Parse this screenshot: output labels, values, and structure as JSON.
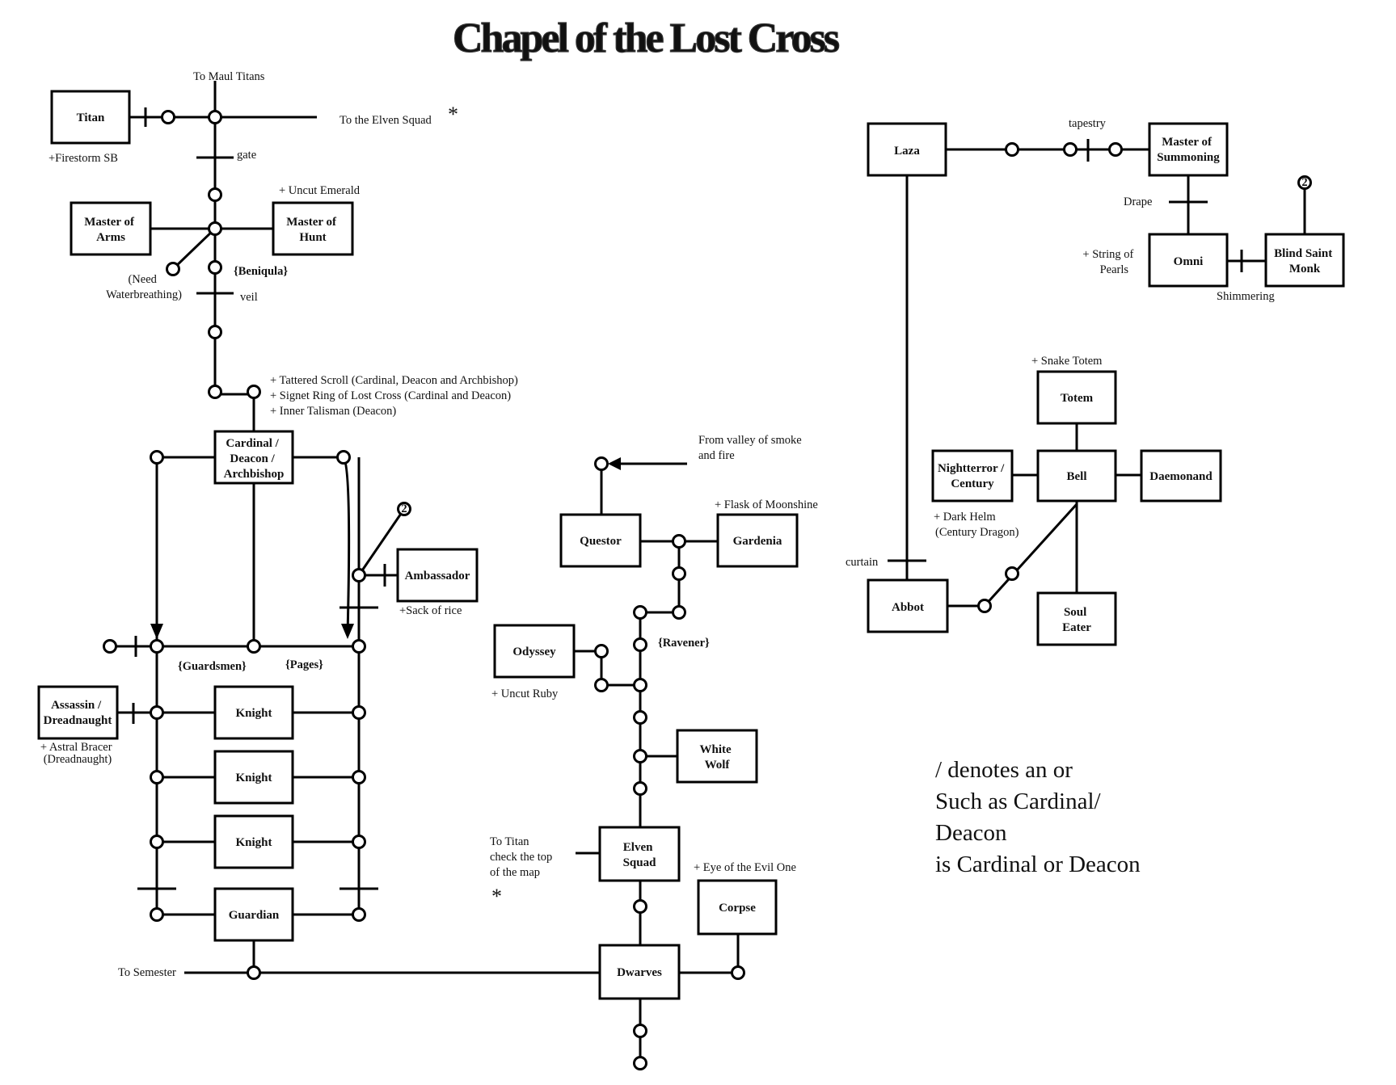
{
  "title": "Chapel of the Lost Cross",
  "rooms": {
    "titan": [
      "Titan"
    ],
    "master_of_arms": [
      "Master of",
      "Arms"
    ],
    "master_of_hunt": [
      "Master of",
      "Hunt"
    ],
    "cardinal": [
      "Cardinal /",
      "Deacon /",
      "Archbishop"
    ],
    "ambassador": [
      "Ambassador"
    ],
    "assassin": [
      "Assassin /",
      "Dreadnaught"
    ],
    "knight_1": [
      "Knight"
    ],
    "knight_2": [
      "Knight"
    ],
    "knight_3": [
      "Knight"
    ],
    "guardian": [
      "Guardian"
    ],
    "questor": [
      "Questor"
    ],
    "gardenia": [
      "Gardenia"
    ],
    "odyssey": [
      "Odyssey"
    ],
    "white_wolf": [
      "White",
      "Wolf"
    ],
    "elven_squad": [
      "Elven",
      "Squad"
    ],
    "corpse": [
      "Corpse"
    ],
    "dwarves": [
      "Dwarves"
    ],
    "laza": [
      "Laza"
    ],
    "master_of_summoning": [
      "Master of",
      "Summoning"
    ],
    "omni": [
      "Omni"
    ],
    "blind_saint_monk": [
      "Blind Saint",
      "Monk"
    ],
    "totem": [
      "Totem"
    ],
    "nightterror": [
      "Nightterror /",
      "Century"
    ],
    "bell": [
      "Bell"
    ],
    "daemonand": [
      "Daemonand"
    ],
    "abbot": [
      "Abbot"
    ],
    "soul_eater": [
      "Soul",
      "Eater"
    ]
  },
  "labels": {
    "to_maul_titans": "To Maul Titans",
    "to_elven_squad": "To the Elven Squad",
    "asterisk": "*",
    "firestorm_sb": "+Firestorm SB",
    "gate": "gate",
    "uncut_emerald": "+ Uncut Emerald",
    "need_waterbreathing": [
      "(Need",
      "Waterbreathing)"
    ],
    "beniqula": "{Beniqula}",
    "veil": "veil",
    "cardinal_items": [
      "+ Tattered Scroll (Cardinal, Deacon and Archbishop)",
      "+ Signet Ring of Lost Cross (Cardinal and Deacon)",
      "+ Inner Talisman (Deacon)"
    ],
    "sack_of_rice": "+Sack of rice",
    "guardsmen": "{Guardsmen}",
    "pages": "{Pages}",
    "astral_bracer": [
      "+ Astral Bracer",
      "(Dreadnaught)"
    ],
    "to_semester": "To Semester",
    "from_valley": [
      "From valley of smoke",
      "and fire"
    ],
    "flask_of_moonshine": "+ Flask of Moonshine",
    "ravener": "{Ravener}",
    "uncut_ruby": "+ Uncut Ruby",
    "to_titan": [
      "To Titan",
      "check the top",
      "of the map"
    ],
    "asterisk_2": "*",
    "eye_of_evil_one": "+ Eye of the Evil One",
    "tapestry": "tapestry",
    "drape": "Drape",
    "string_of_pearls": [
      "+ String of",
      "Pearls"
    ],
    "shimmering": "Shimmering",
    "snake_totem": "+ Snake Totem",
    "dark_helm": [
      "+ Dark Helm",
      "(Century Dragon)"
    ],
    "curtain": "curtain",
    "portal_marker": "2",
    "portal_marker_2": "2"
  },
  "legend": [
    "/ denotes an or",
    "Such as Cardinal/",
    "Deacon",
    "is Cardinal or Deacon"
  ]
}
